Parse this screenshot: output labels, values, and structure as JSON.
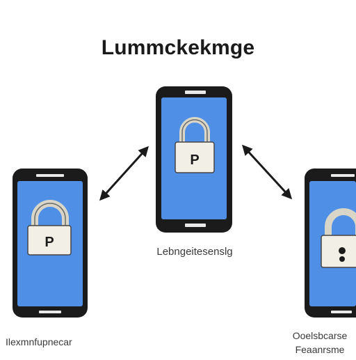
{
  "diagram": {
    "title": "Lummckekmge",
    "captions": {
      "center": "Lebngeitesenslg",
      "left": "Ilexmnfupnecar",
      "right_line1": "Ooelsbcarse",
      "right_line2": "Feaanrsme"
    },
    "lock_keyhole_glyph": "P",
    "phone_brand_glyph": "▬▬▬",
    "icons": {
      "lock": "padlock-icon",
      "arrow": "double-headed-arrow-icon",
      "phone": "smartphone-icon"
    },
    "colors": {
      "screen": "#4f8fe6",
      "phone_body": "#1b1b1b",
      "shackle": "#d9d6c8",
      "lock_body": "#f2f0e6",
      "arrow": "#1a1a1a"
    }
  }
}
